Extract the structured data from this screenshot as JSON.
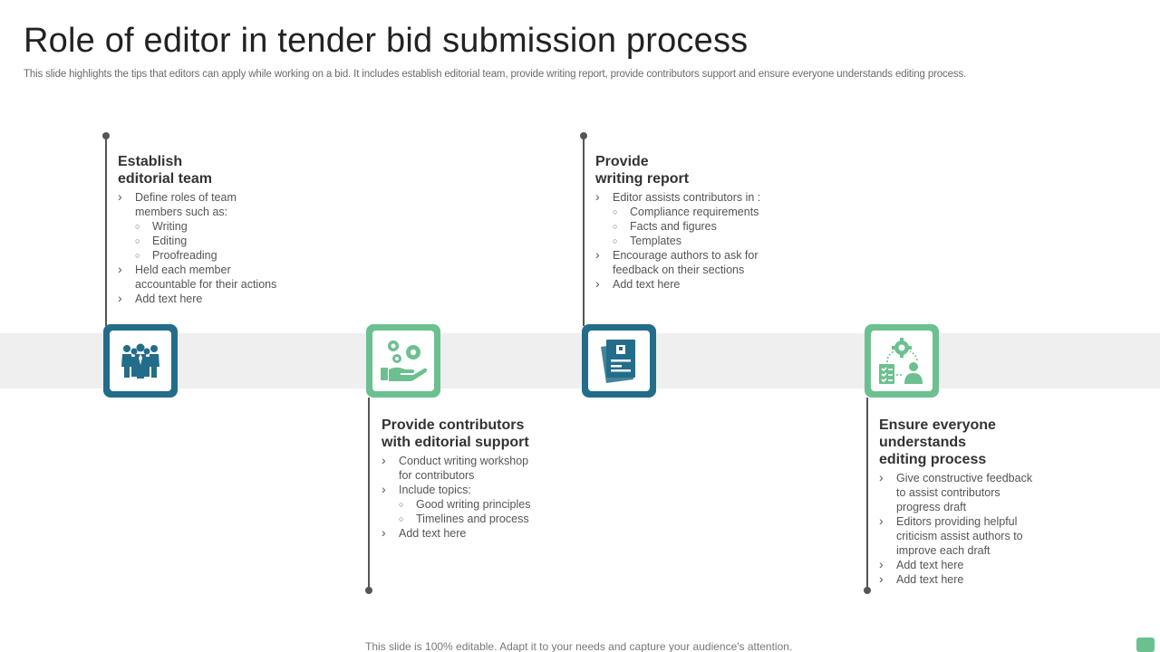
{
  "header": {
    "title": "Role of editor in tender bid submission process",
    "subtitle": "This slide highlights the tips that editors can apply while working on a bid. It includes establish editorial team, provide writing report, provide contributors support and ensure everyone understands editing process."
  },
  "colors": {
    "teal": "#236d8a",
    "green": "#6cc090",
    "band": "#efefef"
  },
  "steps": [
    {
      "title": "Establish\neditorial team",
      "icon": "team-icon",
      "items": [
        {
          "text": "Define roles of team",
          "level": 1
        },
        {
          "text": "members such as:",
          "level": 1,
          "cont": true
        },
        {
          "text": "Writing",
          "level": 2
        },
        {
          "text": "Editing",
          "level": 2
        },
        {
          "text": "Proofreading",
          "level": 2
        },
        {
          "text": "Held each member",
          "level": 1
        },
        {
          "text": "accountable for their actions",
          "level": 1,
          "cont": true
        },
        {
          "text": "Add text here",
          "level": 1
        }
      ]
    },
    {
      "title": "Provide contributors\nwith editorial support",
      "icon": "helping-hand-icon",
      "items": [
        {
          "text": "Conduct writing workshop",
          "level": 1
        },
        {
          "text": "for contributors",
          "level": 1,
          "cont": true
        },
        {
          "text": "Include topics:",
          "level": 1
        },
        {
          "text": "Good writing principles",
          "level": 2
        },
        {
          "text": "Timelines and process",
          "level": 2
        },
        {
          "text": "Add text here",
          "level": 1
        }
      ]
    },
    {
      "title": "Provide\nwriting report",
      "icon": "report-document-icon",
      "items": [
        {
          "text": "Editor assists contributors in :",
          "level": 1
        },
        {
          "text": "Compliance requirements",
          "level": 2
        },
        {
          "text": "Facts and figures",
          "level": 2
        },
        {
          "text": "Templates",
          "level": 2
        },
        {
          "text": "Encourage authors to ask for",
          "level": 1
        },
        {
          "text": "feedback on their sections",
          "level": 1,
          "cont": true
        },
        {
          "text": "Add text here",
          "level": 1
        }
      ]
    },
    {
      "title": "Ensure everyone\nunderstands\nediting process",
      "icon": "process-checklist-icon",
      "items": [
        {
          "text": "Give constructive feedback",
          "level": 1
        },
        {
          "text": "to assist contributors",
          "level": 1,
          "cont": true
        },
        {
          "text": "progress draft",
          "level": 1,
          "cont": true
        },
        {
          "text": "Editors providing  helpful",
          "level": 1
        },
        {
          "text": "criticism assist authors  to",
          "level": 1,
          "cont": true
        },
        {
          "text": "improve  each draft",
          "level": 1,
          "cont": true
        },
        {
          "text": "Add text here",
          "level": 1
        },
        {
          "text": "Add text here",
          "level": 1
        }
      ]
    }
  ],
  "footer": {
    "text": "This slide is 100% editable. Adapt it to your needs and capture your audience's attention."
  }
}
